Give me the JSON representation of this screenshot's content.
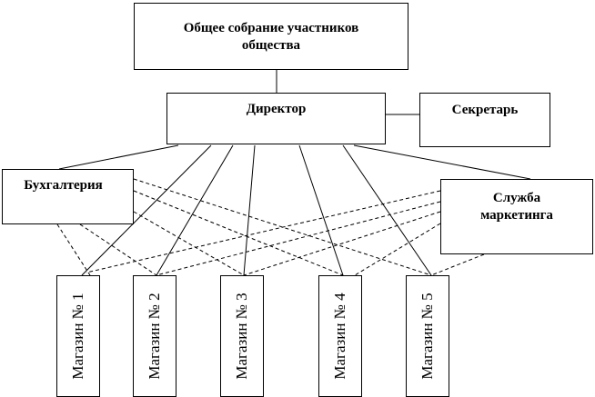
{
  "nodes": {
    "assembly": "Общее собрание участников общества",
    "director": "Директор",
    "secretary": "Секретарь",
    "accounting": "Бухгалтерия",
    "marketing": "Служба маркетинга",
    "shops": [
      "Магазин № 1",
      "Магазин № 2",
      "Магазин № 3",
      "Магазин № 4",
      "Магазин № 5"
    ]
  },
  "colors": {
    "line": "#000000",
    "background": "#ffffff"
  }
}
